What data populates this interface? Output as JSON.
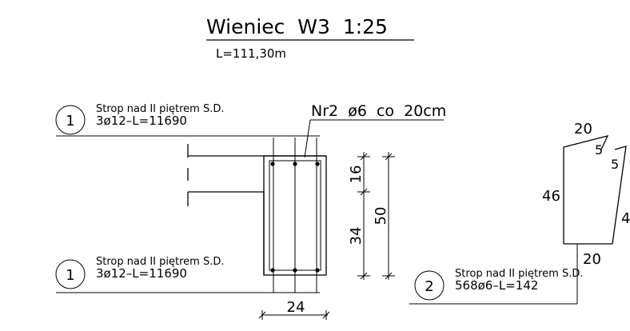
{
  "title": "Wieniec  W3  1:25",
  "length": "L=111,30m",
  "stirrup_label": "Nr2  ø6  co  20cm",
  "top_bar": {
    "number": "1",
    "desc": "Strop nad II piętrem S.D.",
    "spec": "3ø12–L=11690"
  },
  "bottom_bar": {
    "number": "1",
    "desc": "Strop nad II piętrem S.D.",
    "spec": "3ø12–L=11690"
  },
  "stirrup_bar": {
    "number": "2",
    "desc": "Strop nad II piętrem S.D.",
    "spec": "568ø6–L=142"
  },
  "dimensions": {
    "width": "24",
    "upper": "16",
    "lower": "34",
    "total": "50"
  },
  "shape": {
    "top": "20",
    "hook1": "5",
    "hook2": "5",
    "left": "46",
    "right": "4",
    "bottom": "20"
  }
}
